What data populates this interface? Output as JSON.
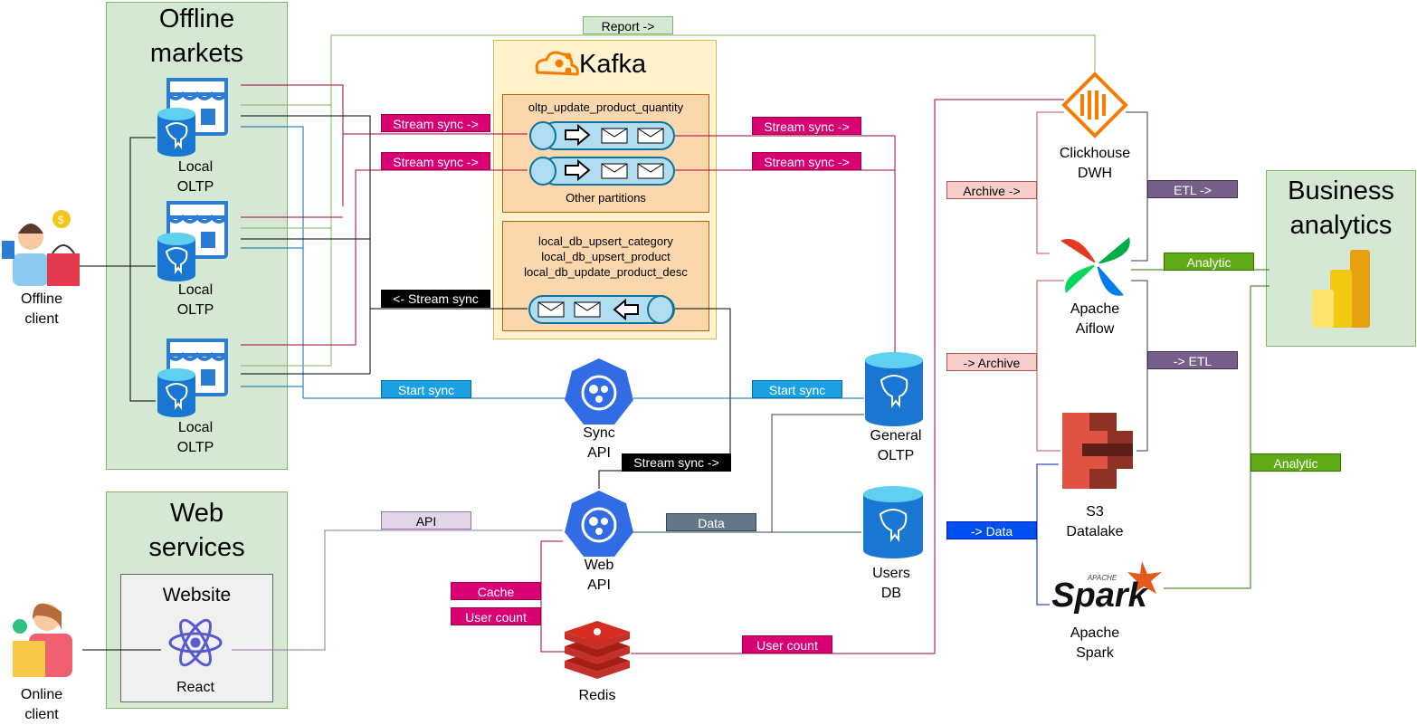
{
  "groups": {
    "offline_markets": "Offline\nmarkets",
    "web_services": "Web\nservices",
    "website": "Website",
    "kafka": "Kafka",
    "business_analytics": "Business\nanalytics"
  },
  "kafka": {
    "topic1": "oltp_update_product_quantity",
    "other_partitions": "Other partitions",
    "topic2": "local_db_upsert_category\nlocal_db_upsert_product\nlocal_db_update_product_desc"
  },
  "nodes": {
    "local_oltp_1": "Local\nOLTP",
    "local_oltp_2": "Local\nOLTP",
    "local_oltp_3": "Local\nOLTP",
    "offline_client": "Offline\nclient",
    "online_client": "Online\nclient",
    "react": "React",
    "sync_api": "Sync\nAPI",
    "web_api": "Web\nAPI",
    "general_oltp": "General\nOLTP",
    "users_db": "Users\nDB",
    "redis": "Redis",
    "clickhouse": "Clickhouse\nDWH",
    "airflow": "Apache\nAiflow",
    "s3": "S3\nDatalake",
    "spark": "Apache\nSpark",
    "spark_logo": "Spark",
    "spark_logo_small": "APACHE"
  },
  "edges": {
    "report": "Report ->",
    "stream_sync_a": "Stream sync ->",
    "stream_sync_b": "Stream sync ->",
    "stream_sync_c": "Stream sync ->",
    "stream_sync_d": "Stream sync ->",
    "stream_sync_back": "<- Stream sync",
    "start_sync_a": "Start sync",
    "start_sync_b": "Start sync",
    "stream_sync_web": "Stream sync ->",
    "api": "API",
    "data": "Data",
    "cache": "Cache",
    "user_count_a": "User count",
    "user_count_b": "User count",
    "archive_a": "Archive ->",
    "archive_b": "-> Archive",
    "etl_a": "ETL ->",
    "etl_b": "-> ETL",
    "analytic_a": "Analytic",
    "analytic_b": "Analytic",
    "data_arrow": "-> Data"
  }
}
